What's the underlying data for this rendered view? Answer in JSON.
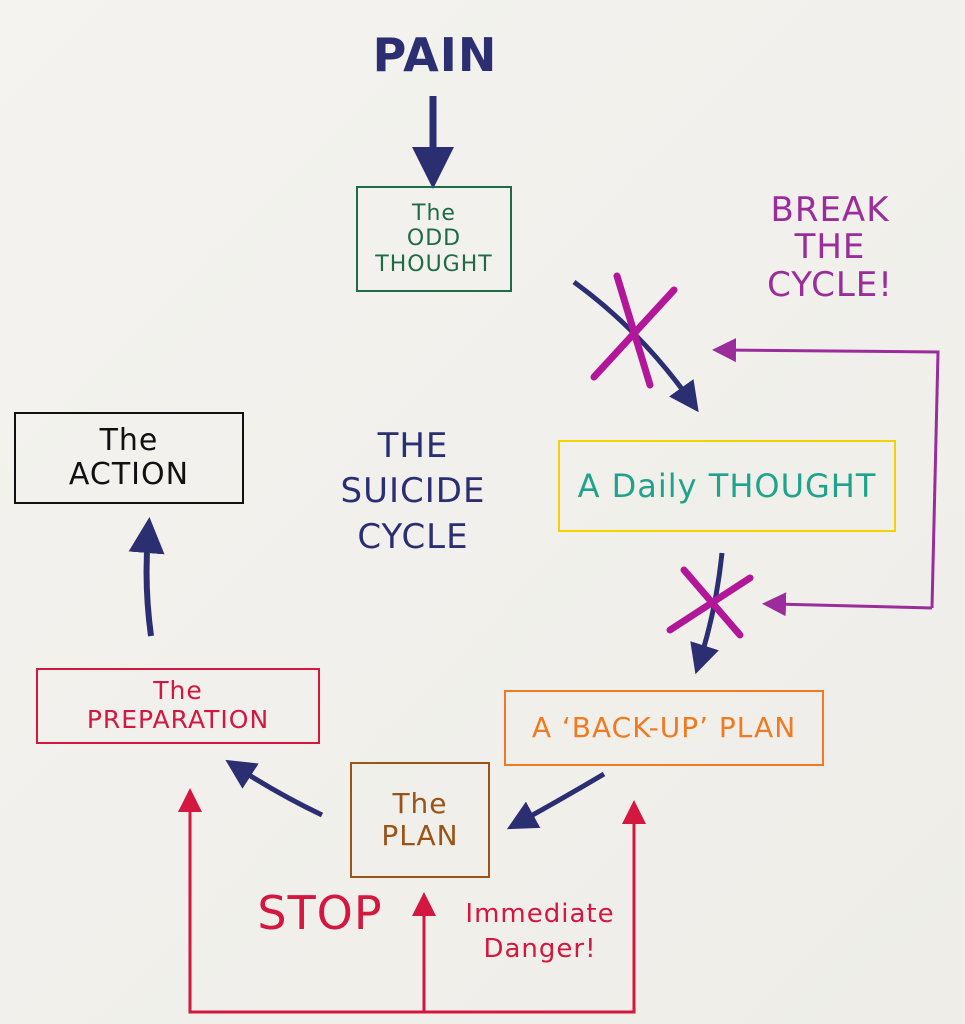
{
  "title": "THE SUICIDE CYCLE",
  "title_lines": [
    "THE",
    "SUICIDE",
    "CYCLE"
  ],
  "pain": "PAIN",
  "nodes": {
    "odd_thought": {
      "lines": [
        "The",
        "ODD",
        "THOUGHT"
      ],
      "color": "#1f6b45"
    },
    "daily_thought": {
      "label": "A Daily THOUGHT",
      "text_color": "#1fa38c",
      "border_color": "#f2d200"
    },
    "backup_plan": {
      "label": "A ‘BACK-UP’ PLAN",
      "color": "#ef7a22"
    },
    "plan": {
      "lines": [
        "The",
        "PLAN"
      ],
      "color": "#9a5318"
    },
    "preparation": {
      "lines": [
        "The",
        "PREPARATION"
      ],
      "color": "#d3173f"
    },
    "action": {
      "lines": [
        "The",
        "ACTION"
      ],
      "color": "#111111"
    }
  },
  "break_cycle": {
    "lines": [
      "BREAK",
      "THE",
      "CYCLE!"
    ],
    "color": "#9a2c9c"
  },
  "stop": {
    "label": "STOP",
    "color": "#d3173f"
  },
  "danger": {
    "lines": [
      "Immediate",
      "Danger!"
    ],
    "color": "#d3173f"
  },
  "colors": {
    "ink_blue": "#2b2f72",
    "magenta": "#b2179a"
  }
}
